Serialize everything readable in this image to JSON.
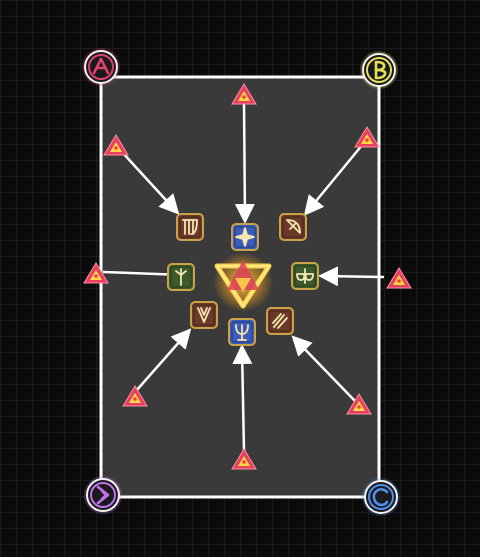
{
  "arena": {
    "floor_color": "#3a3a3a",
    "border_color": "#ffffff",
    "grid_color": "#1c1c1e"
  },
  "waymarks": [
    {
      "id": "A",
      "corner": "top-left",
      "color": "#e0426a"
    },
    {
      "id": "B",
      "corner": "top-right",
      "color": "#e7df57"
    },
    {
      "id": "D",
      "corner": "bottom-left",
      "color": "#c070e8"
    },
    {
      "id": "C",
      "corner": "bottom-right",
      "color": "#4f8fe8"
    }
  ],
  "players": [
    {
      "label": "north",
      "role": "tank",
      "icon": "sword-icon",
      "color": "#3b5cb8"
    },
    {
      "label": "northeast",
      "role": "dps",
      "icon": "bow-icon",
      "color": "#6b3a2a"
    },
    {
      "label": "east",
      "role": "healer",
      "icon": "scales-icon",
      "color": "#3d5b2a"
    },
    {
      "label": "southeast",
      "role": "dps",
      "icon": "claws-icon",
      "color": "#6b3a2a"
    },
    {
      "label": "south",
      "role": "tank",
      "icon": "trident-icon",
      "color": "#3b5cb8"
    },
    {
      "label": "southwest",
      "role": "dps",
      "icon": "dagger-icon",
      "color": "#6b3a2a"
    },
    {
      "label": "west",
      "role": "healer",
      "icon": "staff-icon",
      "color": "#3d5b2a"
    },
    {
      "label": "northwest",
      "role": "dps",
      "icon": "gauntlet-icon",
      "color": "#6b3a2a"
    }
  ],
  "enemy_markers": [
    {
      "label": "north"
    },
    {
      "label": "northeast"
    },
    {
      "label": "east"
    },
    {
      "label": "southeast"
    },
    {
      "label": "south"
    },
    {
      "label": "southwest"
    },
    {
      "label": "west"
    },
    {
      "label": "northwest"
    }
  ],
  "boss": {
    "icon": "boss-triangle-icon",
    "color": "#f0b020"
  }
}
